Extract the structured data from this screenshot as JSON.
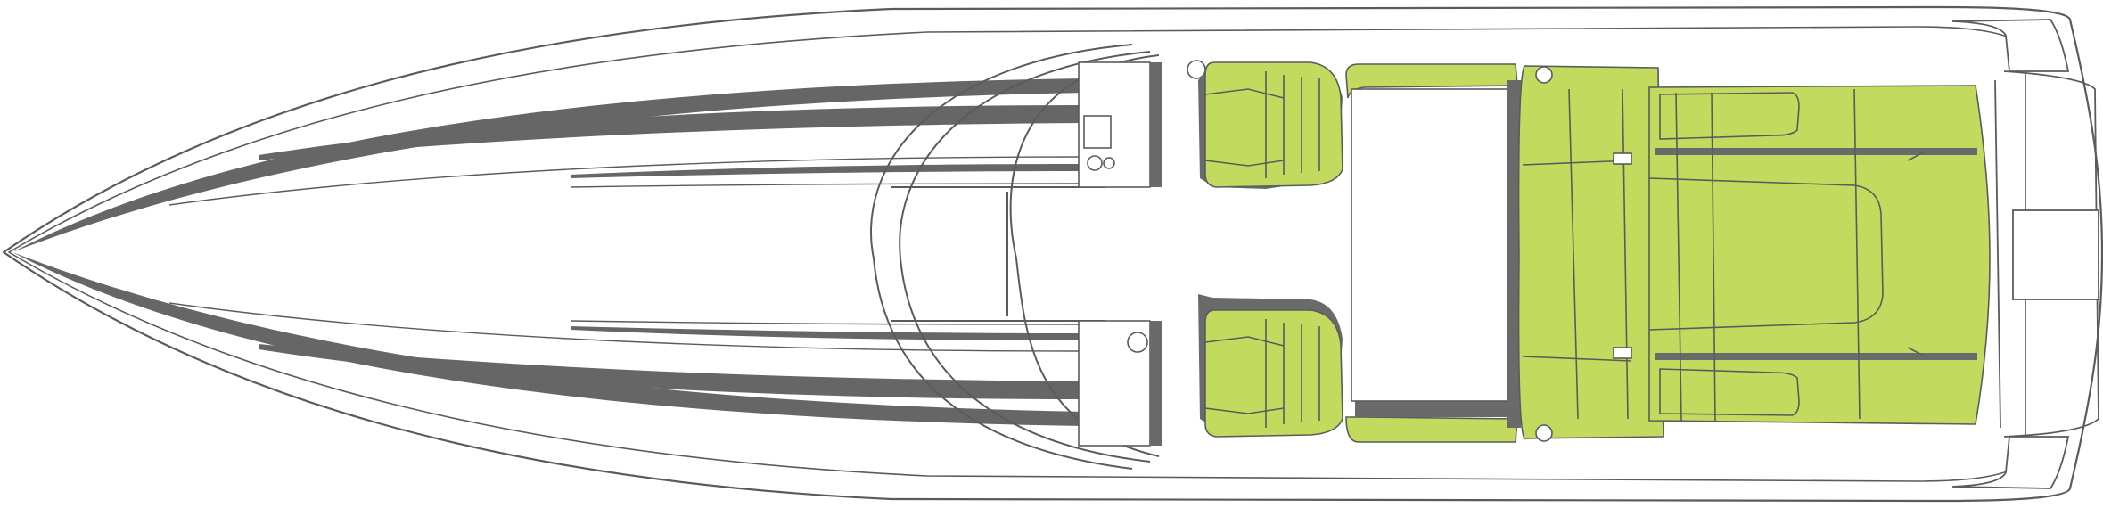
{
  "diagram": {
    "kind": "boat-top-view",
    "colors": {
      "background": "#ffffff",
      "outline": "#5b5b5b",
      "stripe": "#666666",
      "upholstery": "#c2da5e",
      "shadow": "#6a6a6a",
      "white": "#ffffff"
    },
    "parts": [
      "hull",
      "deck-stripes",
      "windshield",
      "helm-dash",
      "bucket-seat-port",
      "bucket-seat-starboard",
      "cockpit-floor",
      "rear-bench",
      "sun-pad",
      "transom",
      "cleat-icons"
    ]
  }
}
